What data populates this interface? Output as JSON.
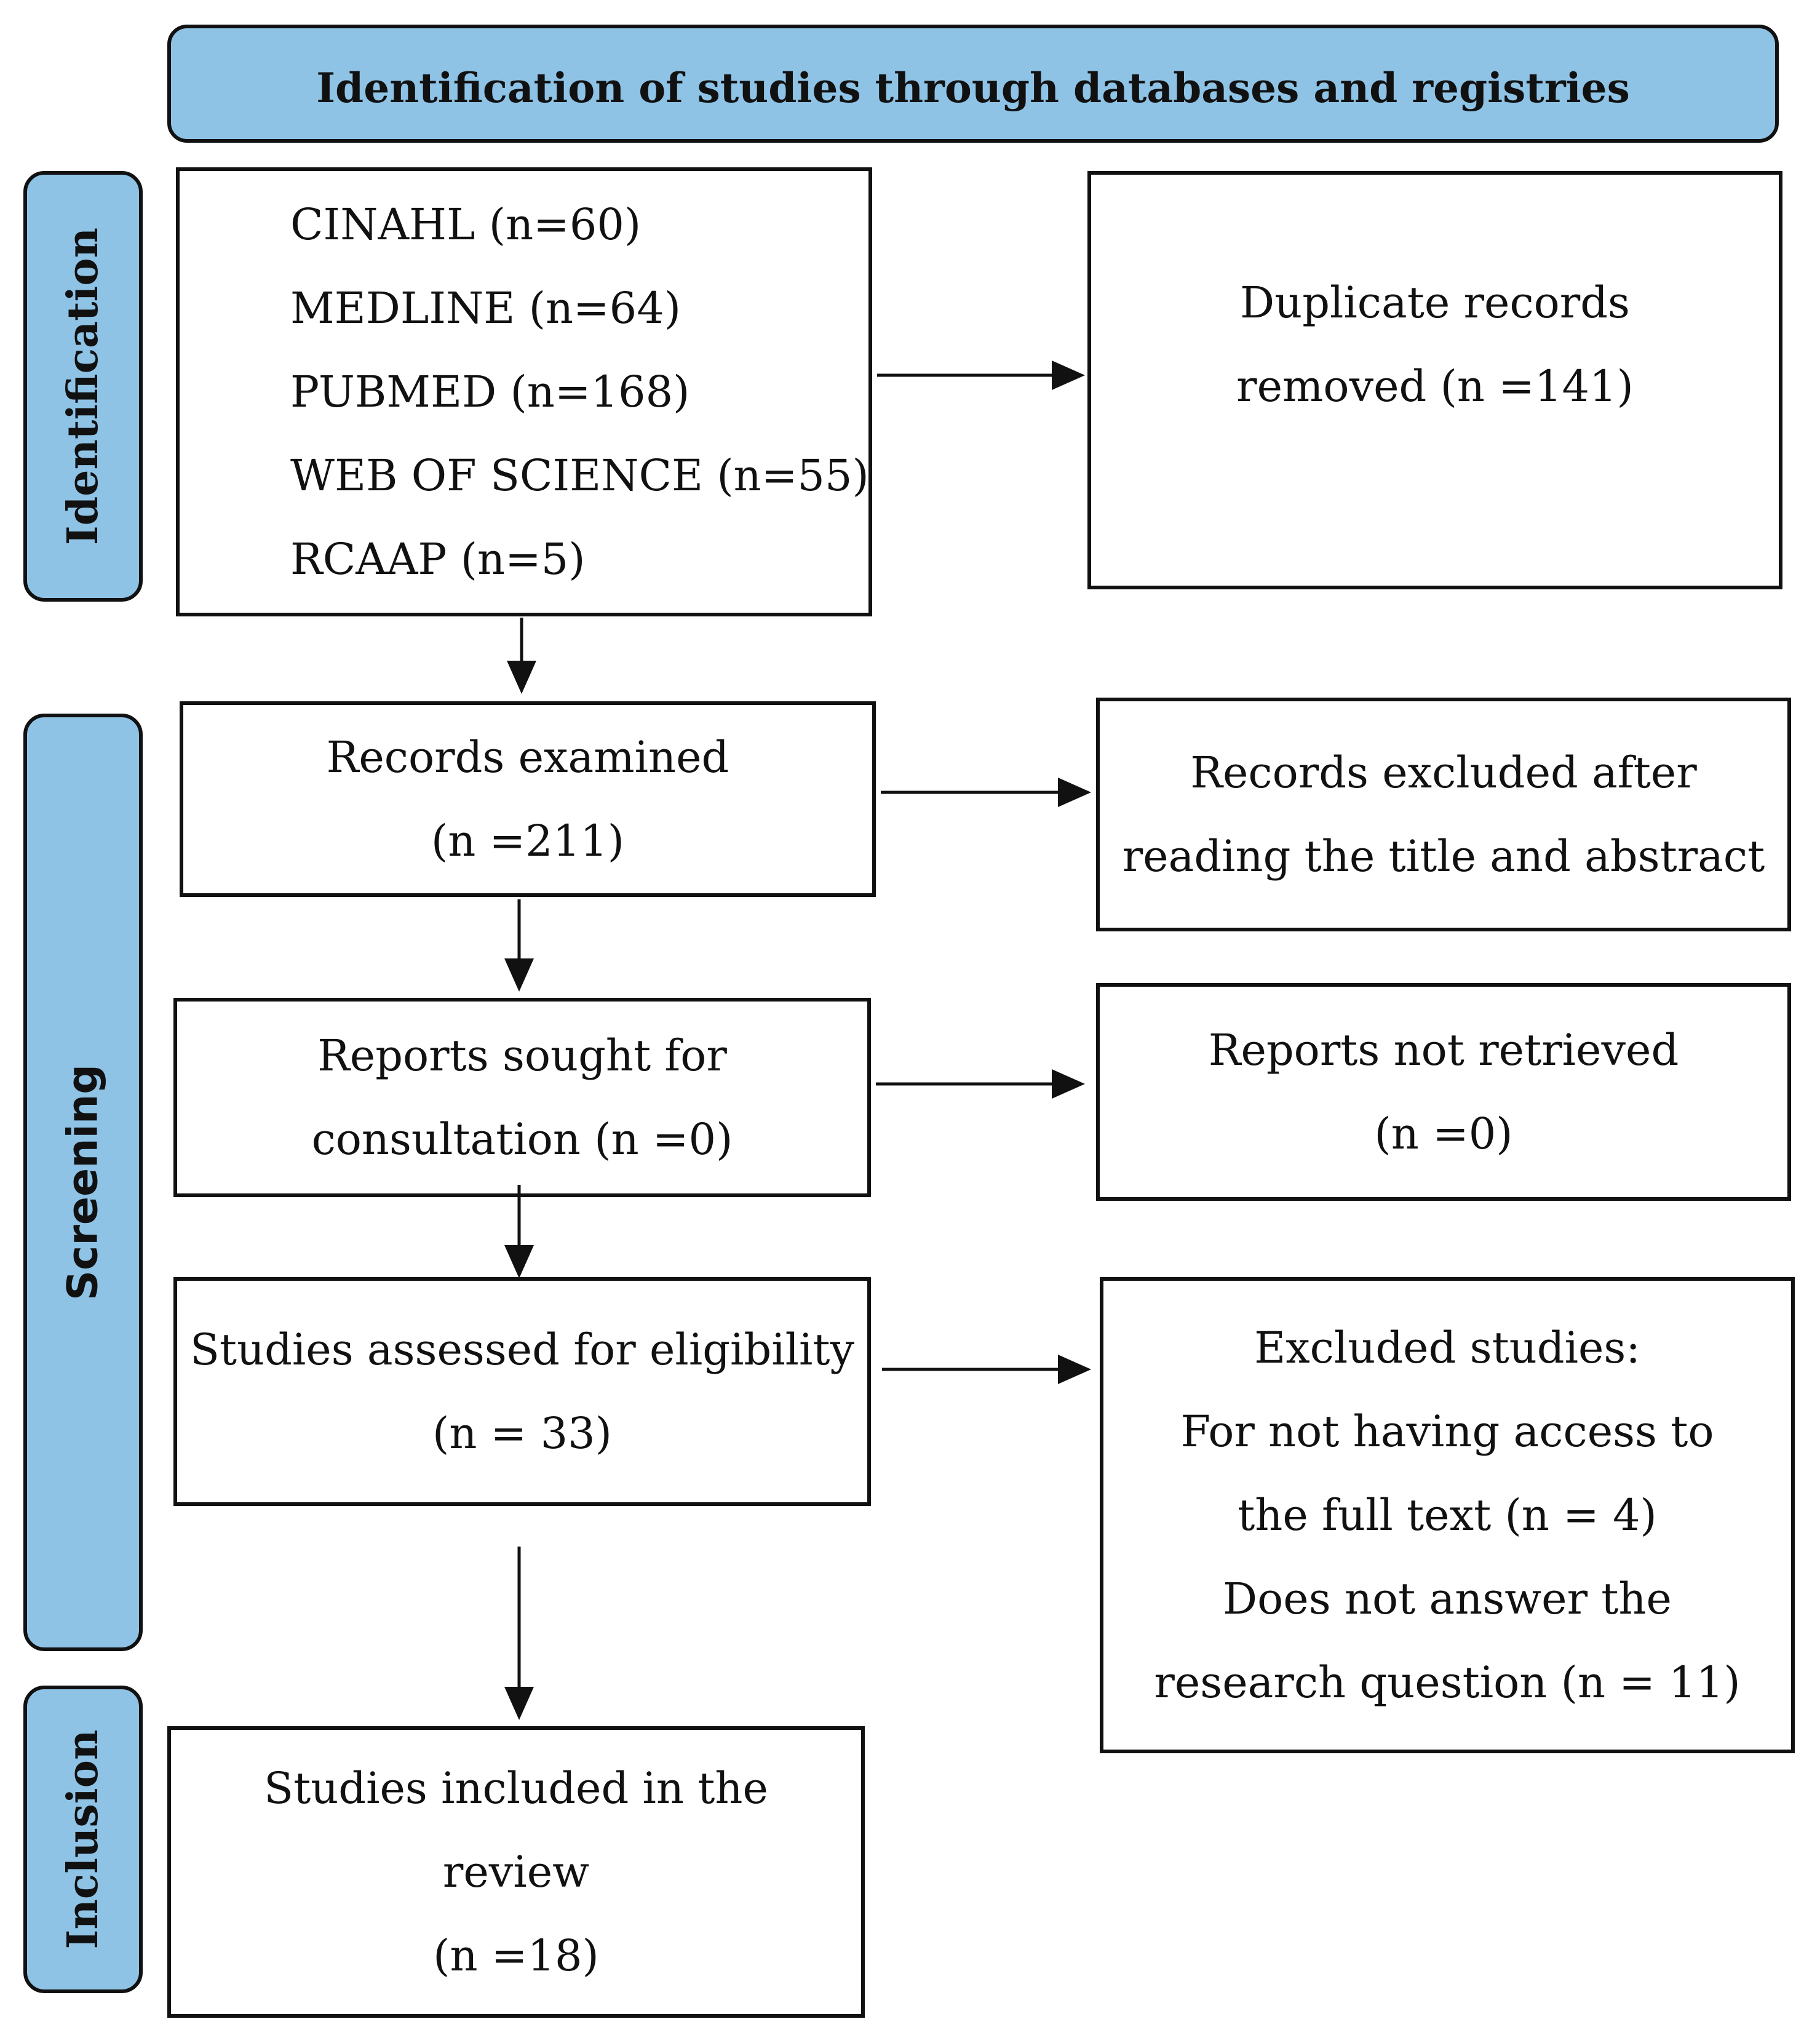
{
  "header": {
    "title": "Identification of studies through databases and registries"
  },
  "phases": {
    "identification": "Identification",
    "screening": "Screening",
    "inclusion": "Inclusion"
  },
  "databases": [
    "CINAHL (n=60)",
    "MEDLINE (n=64)",
    "PUBMED (n=168)",
    "WEB OF SCIENCE (n=55)",
    "RCAAP (n=5)"
  ],
  "duplicates": [
    "Duplicate records",
    "removed (n =141)"
  ],
  "records_examined": [
    "Records examined",
    "(n =211)"
  ],
  "records_excluded": [
    "Records excluded after",
    "reading the title and abstract"
  ],
  "reports_sought": [
    "Reports sought for",
    "consultation (n =0)"
  ],
  "reports_not_retrieved": [
    "Reports not retrieved",
    "(n =0)"
  ],
  "eligibility": [
    "Studies assessed for eligibility",
    "(n = 33)"
  ],
  "excluded_studies": [
    "Excluded studies:",
    "For not having access to",
    "the full text (n = 4)",
    "Does not answer the",
    "research question (n = 11)"
  ],
  "included": [
    "Studies included in the",
    "review",
    "(n =18)"
  ]
}
